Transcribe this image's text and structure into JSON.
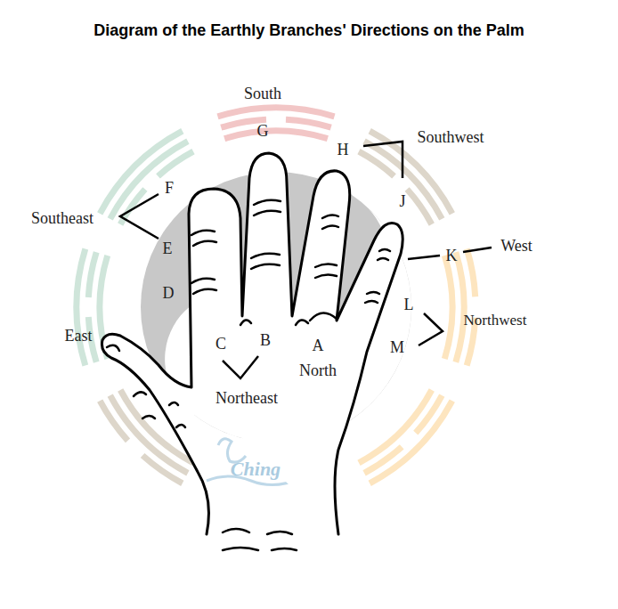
{
  "diagram": {
    "title": "Diagram of the Earthly Branches' Directions on the Palm",
    "labels": [
      "South",
      "G",
      "H",
      "Southwest",
      "J",
      "F",
      "Southeast",
      "E",
      "D",
      "K",
      "West",
      "L",
      "Northwest",
      "M",
      "East",
      "C",
      "B",
      "A",
      "North",
      "Northeast",
      "Ching"
    ]
  }
}
